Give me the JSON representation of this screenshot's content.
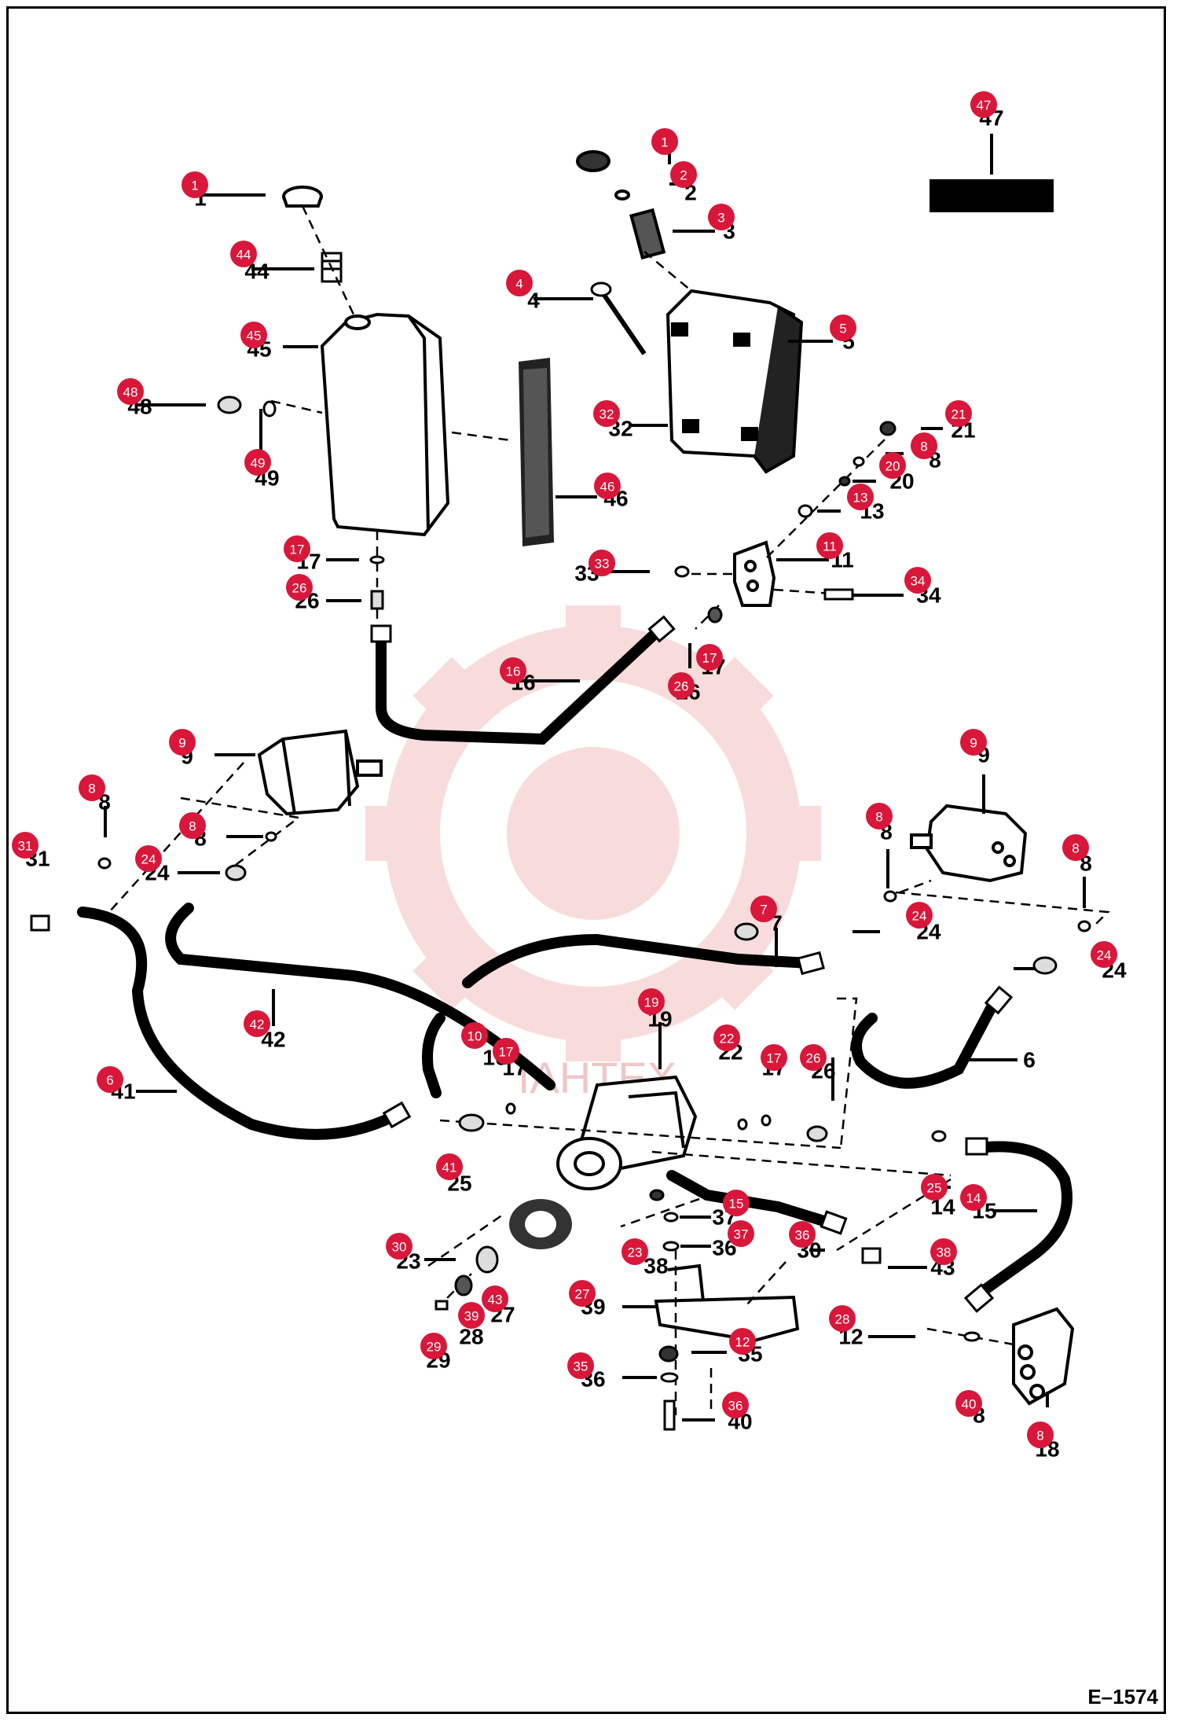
{
  "drawing_id": "E–1574",
  "watermark": "IAHTEX",
  "colors": {
    "callout": "#d8173a",
    "line": "#000000",
    "watermark": "#f3c1c1"
  },
  "callouts": [
    {
      "label": "47"
    },
    {
      "label": "1"
    },
    {
      "label": "2"
    },
    {
      "label": "3"
    },
    {
      "label": "1"
    },
    {
      "label": "44"
    },
    {
      "label": "4"
    },
    {
      "label": "45"
    },
    {
      "label": "5"
    },
    {
      "label": "48"
    },
    {
      "label": "32"
    },
    {
      "label": "49"
    },
    {
      "label": "21"
    },
    {
      "label": "8"
    },
    {
      "label": "20"
    },
    {
      "label": "46"
    },
    {
      "label": "13"
    },
    {
      "label": "17"
    },
    {
      "label": "11"
    },
    {
      "label": "33"
    },
    {
      "label": "26"
    },
    {
      "label": "34"
    },
    {
      "label": "17"
    },
    {
      "label": "16"
    },
    {
      "label": "26"
    },
    {
      "label": "9"
    },
    {
      "label": "9"
    },
    {
      "label": "8"
    },
    {
      "label": "8"
    },
    {
      "label": "8"
    },
    {
      "label": "31"
    },
    {
      "label": "24"
    },
    {
      "label": "8"
    },
    {
      "label": "7"
    },
    {
      "label": "24"
    },
    {
      "label": "24"
    },
    {
      "label": "42"
    },
    {
      "label": "19"
    },
    {
      "label": "10"
    },
    {
      "label": "22"
    },
    {
      "label": "17"
    },
    {
      "label": "17"
    },
    {
      "label": "26"
    },
    {
      "label": "6"
    },
    {
      "label": "41"
    },
    {
      "label": "25"
    },
    {
      "label": "14"
    },
    {
      "label": "15"
    },
    {
      "label": "37"
    },
    {
      "label": "36"
    },
    {
      "label": "30"
    },
    {
      "label": "23"
    },
    {
      "label": "38"
    },
    {
      "label": "43"
    },
    {
      "label": "27"
    },
    {
      "label": "39"
    },
    {
      "label": "28"
    },
    {
      "label": "12"
    },
    {
      "label": "29"
    },
    {
      "label": "35"
    },
    {
      "label": "36"
    },
    {
      "label": "40"
    },
    {
      "label": "8"
    },
    {
      "label": "18"
    }
  ],
  "part_numbers": [
    {
      "label": "47"
    },
    {
      "label": "1"
    },
    {
      "label": "2"
    },
    {
      "label": "3"
    },
    {
      "label": "1"
    },
    {
      "label": "44"
    },
    {
      "label": "4"
    },
    {
      "label": "45"
    },
    {
      "label": "5"
    },
    {
      "label": "48"
    },
    {
      "label": "32"
    },
    {
      "label": "49"
    },
    {
      "label": "21"
    },
    {
      "label": "8"
    },
    {
      "label": "20"
    },
    {
      "label": "46"
    },
    {
      "label": "13"
    },
    {
      "label": "17"
    },
    {
      "label": "11"
    },
    {
      "label": "33"
    },
    {
      "label": "26"
    },
    {
      "label": "34"
    },
    {
      "label": "17"
    },
    {
      "label": "16"
    },
    {
      "label": "26"
    },
    {
      "label": "9"
    },
    {
      "label": "9"
    },
    {
      "label": "8"
    },
    {
      "label": "8"
    },
    {
      "label": "8"
    },
    {
      "label": "31"
    },
    {
      "label": "24"
    },
    {
      "label": "8"
    },
    {
      "label": "7"
    },
    {
      "label": "24"
    },
    {
      "label": "24"
    },
    {
      "label": "42"
    },
    {
      "label": "19"
    },
    {
      "label": "10"
    },
    {
      "label": "22"
    },
    {
      "label": "17"
    },
    {
      "label": "17"
    },
    {
      "label": "26"
    },
    {
      "label": "6"
    },
    {
      "label": "41"
    },
    {
      "label": "25"
    },
    {
      "label": "14"
    },
    {
      "label": "15"
    },
    {
      "label": "37"
    },
    {
      "label": "36"
    },
    {
      "label": "30"
    },
    {
      "label": "23"
    },
    {
      "label": "38"
    },
    {
      "label": "43"
    },
    {
      "label": "27"
    },
    {
      "label": "39"
    },
    {
      "label": "28"
    },
    {
      "label": "12"
    },
    {
      "label": "29"
    },
    {
      "label": "35"
    },
    {
      "label": "36"
    },
    {
      "label": "40"
    },
    {
      "label": "8"
    },
    {
      "label": "18"
    }
  ]
}
